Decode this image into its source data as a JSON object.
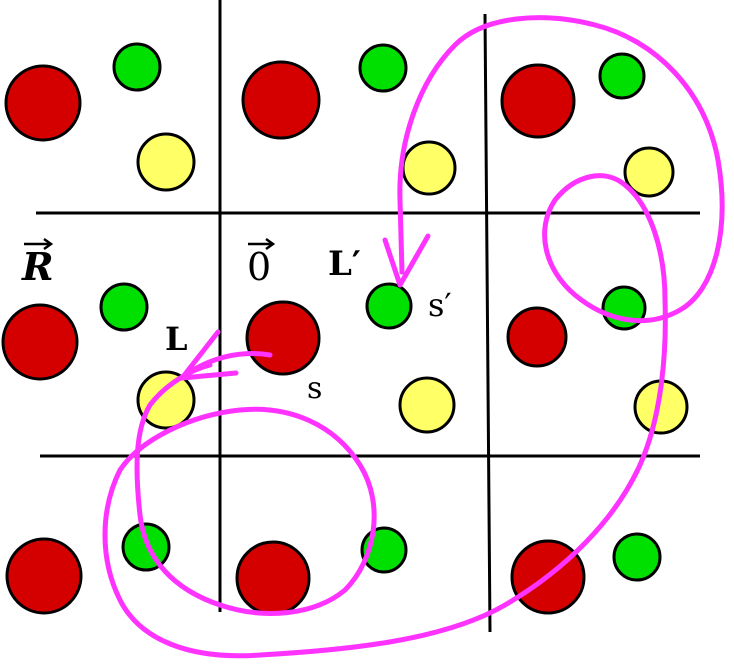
{
  "labels": {
    "R_vector": "R",
    "zero_vector": "0",
    "L_prime": "L′",
    "s_prime": "s′",
    "L": "L",
    "s": "s"
  },
  "colors": {
    "background": "#ffffff",
    "grid_line": "#000000",
    "atom_red": "#d40000",
    "atom_green": "#00e000",
    "atom_yellow": "#ffff66",
    "path": "#ff33ff"
  },
  "lattice": {
    "columns": 3,
    "rows": 3,
    "atoms_per_cell": [
      "red",
      "green",
      "yellow"
    ]
  }
}
